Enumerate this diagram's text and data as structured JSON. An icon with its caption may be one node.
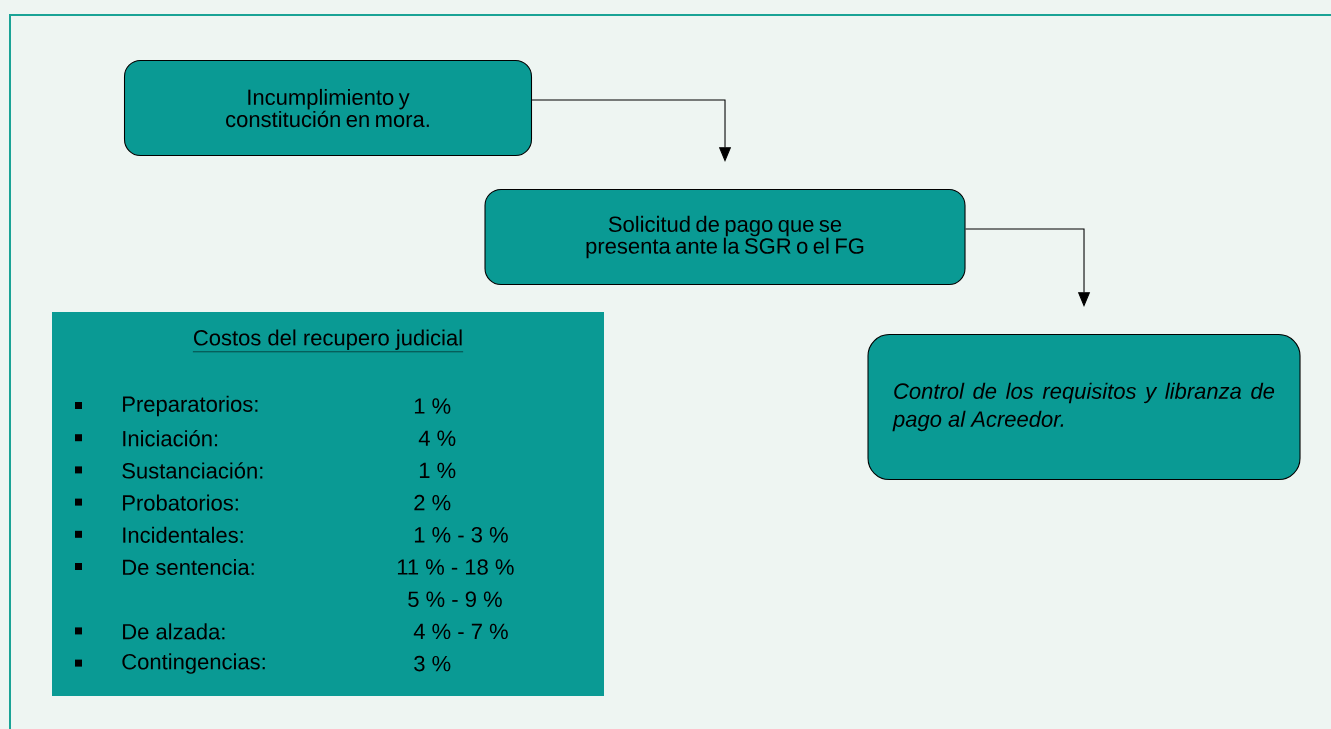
{
  "diagram": {
    "nodes": [
      {
        "text": [
          "Incumplimiento y constitución en mora."
        ]
      },
      {
        "text": [
          "Solicitud de pago que se presenta ante la SGR o el FG"
        ]
      },
      {
        "text": [
          "Control de los requisitos y libranza de pago al Acreedor."
        ]
      },
      {
        "text": [
          "Costos del recupero judicial",
          "Preparatorios:",
          "1 %",
          "Iniciación:",
          "4 %",
          "Sustanciación:",
          "1 %",
          "Probatorios:",
          "2 %",
          "Incidentales:",
          "1 % - 3 %",
          "De sentencia:",
          "11 % - 18 %",
          "5 % - 9 %",
          "De alzada:",
          "4 % - 7 %",
          "Contingencias:",
          "3 %"
        ]
      }
    ],
    "edges": [
      {
        "from": 0,
        "to": 1,
        "arrow": "to"
      },
      {
        "from": 1,
        "to": 2,
        "arrow": "to"
      }
    ]
  }
}
